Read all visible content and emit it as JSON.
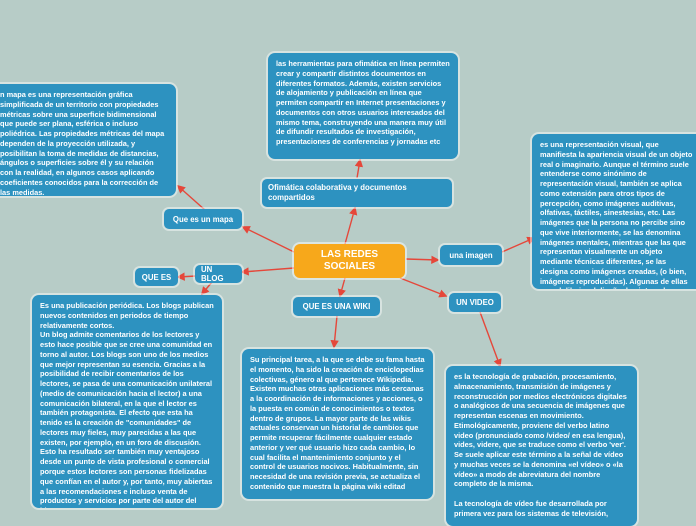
{
  "central": {
    "title_line1": "LAS REDES",
    "title_line2": "SOCIALES"
  },
  "topics": {
    "ofimatica": "Ofimática colaborativa y documentos compartidos",
    "mapa": "Que es un mapa",
    "blog": "UN BLOG",
    "que_es": "QUE ES",
    "wiki": "QUE ES UNA WIKI",
    "imagen": "una imagen",
    "video": "UN VIDEO"
  },
  "texts": {
    "ofimatica_desc": "las herramientas para ofimática en línea permiten crear y compartir distintos documentos en diferentes formatos. Además, existen servicios de alojamiento y publicación en línea que permiten compartir en Internet presentaciones y documentos con otros usuarios interesados del mismo tema, construyendo una manera muy útil de difundir resultados de investigación, presentaciones de conferencias y jornadas etc",
    "mapa_desc": "n mapa es una representación gráfica simplificada de un territorio con propiedades métricas sobre una superficie bidimensional que puede ser plana, esférica o incluso poliédrica. Las propiedades métricas del mapa dependen de la proyección utilizada, y posibilitan la toma de medidas de distancias, ángulos o superficies sobre él y su relación con la realidad, en algunos casos aplicando coeficientes conocidos para la corrección de las medidas.",
    "imagen_desc": "es una representación visual, que manifiesta la apariencia visual de un objeto real o imaginario. Aunque el término suele entenderse como sinónimo de representación visual, también se aplica como extensión para otros tipos de percepción, como imágenes auditivas, olfativas, táctiles, sinestesias, etc. Las imágenes que la persona no percibe sino que vive interiormente, se las denomina imágenes mentales, mientras que las que representan visualmente un objeto mediante técnicas diferentes, se las designa como imágenes creadas, (o bien, imágenes reproducidas). Algunas de ellas son el dibujo, el diseño, la pintura, la fotografía o el vídeo, entre otras.",
    "blog_desc": "Es una publicación periódica. Los blogs publican nuevos contenidos en periodos de tiempo relativamente cortos.\nUn blog admite comentarios de los lectores y esto hace posible que se cree una comunidad en torno al autor. Los blogs son uno de los medios que mejor representan su esencia. Gracias a la posibilidad de recibir comentarios de los lectores, se pasa de una comunicación unilateral (medio de comunicación hacia el lector) a una comunicación bilateral, en la que el lector es también protagonista. El efecto que esta ha tenido es la creación de \"comunidades\" de lectores muy fieles, muy parecidas a las que existen, por ejemplo, en un foro de discusión. Esto ha resultado ser también muy ventajoso desde un punto de vista profesional o comercial porque estos lectores son personas fidelizadas que confían en el autor y, por tanto, muy abiertas a las recomendaciones e incluso venta de productos y servicios por parte del autor del blog.",
    "wiki_desc": "Su principal tarea, a la que se debe su fama hasta el momento, ha sido la creación de enciclopedias colectivas, género al que pertenece Wikipedia. Existen muchas otras aplicaciones más cercanas a la coordinación de informaciones y acciones, o la puesta en común de conocimientos o textos dentro de grupos. La mayor parte de las wikis actuales conservan un historial de cambios que permite recuperar fácilmente cualquier estado anterior y ver qué usuario hizo cada cambio, lo cual facilita el mantenimiento conjunto y el control de usuarios nocivos. Habitualmente, sin necesidad de una revisión previa, se actualiza el contenido que muestra la página wiki editad",
    "video_desc": "es la tecnología de grabación, procesamiento, almacenamiento, transmisión de imágenes y reconstrucción por medios electrónicos digitales o analógicos de una secuencia de imágenes que representan escenas en movimiento. Etimológicamente, proviene del verbo latino video (pronunciado como /video/ en esa lengua), vides, videre, que se traduce como el verbo 'ver'. Se suele aplicar este término a la señal de vídeo y muchas veces se la denomina «el vídeo» o «la vídeo» a modo de abreviatura del nombre completo de la misma.\n\nLa tecnología de vídeo fue desarrollada por primera vez para los sistemas de televisión,"
  },
  "colors": {
    "background": "#b7ccc7",
    "node": "#2d92c0",
    "central": "#f7a81b",
    "connector": "#e5473a"
  }
}
